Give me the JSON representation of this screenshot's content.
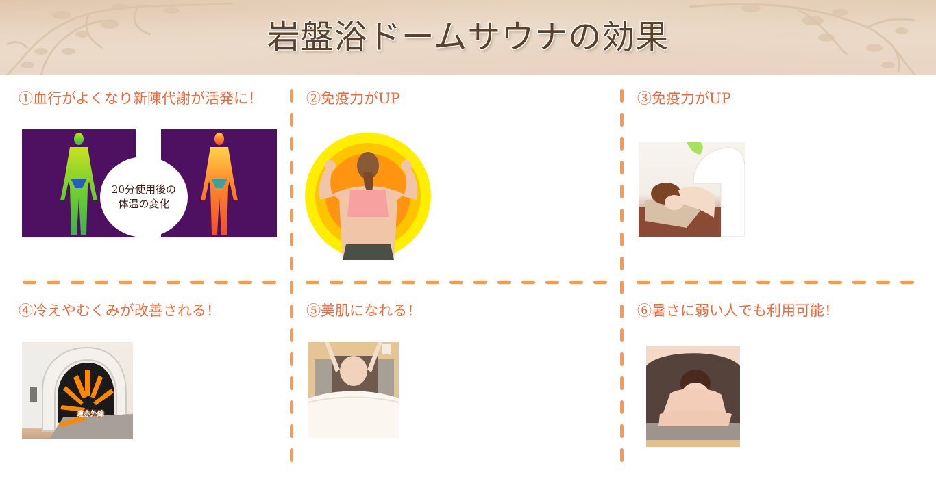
{
  "header": {
    "title": "岩盤浴ドームサウナの効果",
    "ornament_icon": "floral-ornament-icon"
  },
  "colors": {
    "accent": "#f0693a",
    "divider": "#f99a50",
    "header_bg": "#ead8c6",
    "title_text": "#5a4128",
    "thermal_bg": "#4e1162"
  },
  "cells": [
    {
      "title": "①血行がよくなり新陳代謝が活発に！",
      "image": "thermal-body-comparison",
      "overlay_line1": "20分使用後の",
      "overlay_line2": "体温の変化"
    },
    {
      "title": "②免疫力がUP",
      "image": "woman-flexing-back-sun-rings"
    },
    {
      "title": "③免疫力がUP",
      "image": "woman-resting-in-dome-sauna"
    },
    {
      "title": "④冷えやむくみが改善される！",
      "image": "dome-sauna-far-infrared",
      "overlay_label": "遠赤外線"
    },
    {
      "title": "⑤美肌になれる！",
      "image": "facial-treatment-in-dome"
    },
    {
      "title": "⑥暑さに弱い人でも利用可能！",
      "image": "woman-under-dome-towel"
    }
  ]
}
